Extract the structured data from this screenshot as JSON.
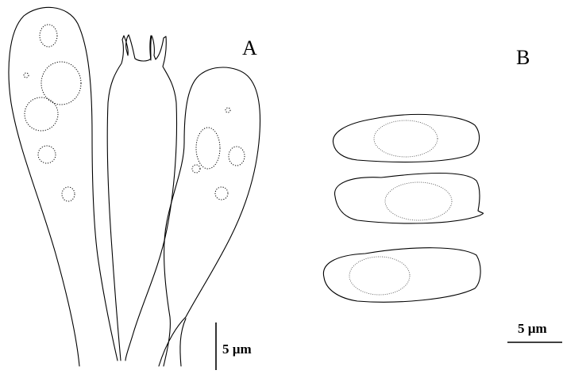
{
  "panels": {
    "a": {
      "label": "A",
      "scale_bar_label": "5 µm"
    },
    "b": {
      "label": "B",
      "scale_bar_label": "5 µm"
    }
  },
  "colors": {
    "ink": "#000000",
    "background": "#ffffff"
  }
}
